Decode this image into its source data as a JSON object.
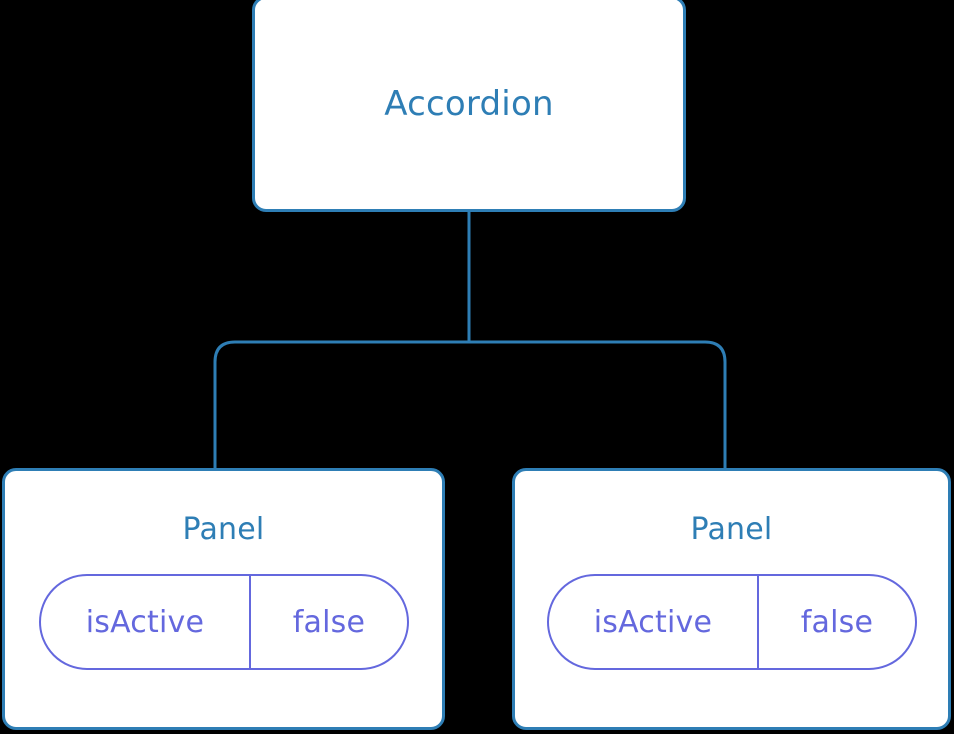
{
  "diagram": {
    "type": "component-tree",
    "background_color": "#000000",
    "node_fill": "#ffffff",
    "node_border_color": "#2e7eb5",
    "edge_color": "#2e7eb5",
    "prop_color": "#6468de",
    "root": {
      "label": "Accordion"
    },
    "children": [
      {
        "label": "Panel",
        "props": [
          {
            "key": "isActive",
            "value": "false"
          }
        ]
      },
      {
        "label": "Panel",
        "props": [
          {
            "key": "isActive",
            "value": "false"
          }
        ]
      }
    ]
  }
}
